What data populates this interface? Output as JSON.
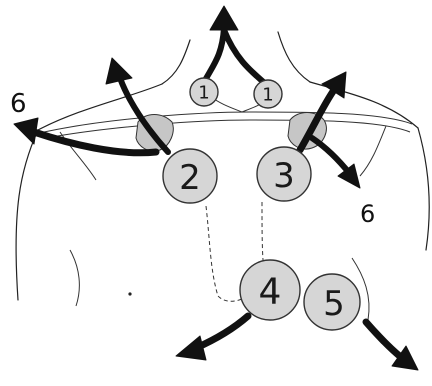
{
  "diagram": {
    "nodes": [
      {
        "id": "node-1-left",
        "label": "1"
      },
      {
        "id": "node-1-right",
        "label": "1"
      },
      {
        "id": "node-2",
        "label": "2"
      },
      {
        "id": "node-3",
        "label": "3"
      },
      {
        "id": "node-4",
        "label": "4"
      },
      {
        "id": "node-5",
        "label": "5"
      }
    ],
    "flow_labels": {
      "left": "6",
      "right": "6"
    }
  }
}
